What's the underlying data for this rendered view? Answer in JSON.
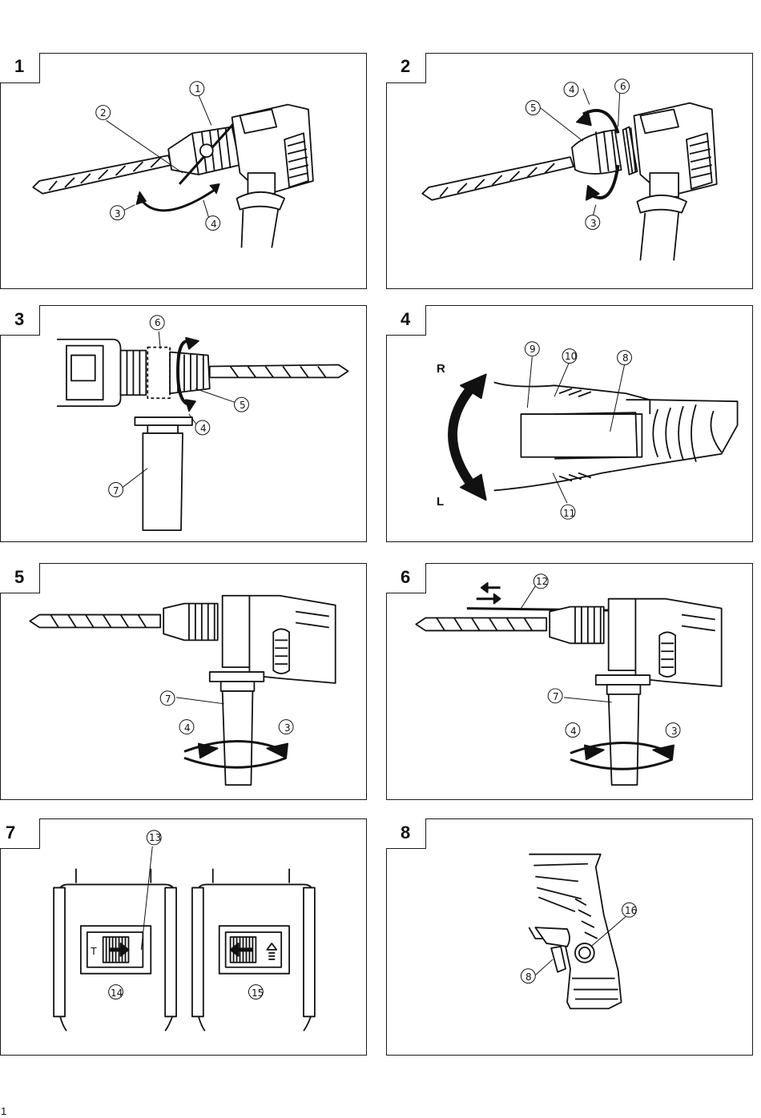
{
  "figures": [
    {
      "num": "1",
      "callouts": [
        "1",
        "2",
        "3",
        "4"
      ]
    },
    {
      "num": "2",
      "callouts": [
        "4",
        "6",
        "5",
        "3"
      ]
    },
    {
      "num": "3",
      "callouts": [
        "6",
        "5",
        "4",
        "7"
      ]
    },
    {
      "num": "4",
      "callouts": [
        "9",
        "10",
        "8",
        "11"
      ],
      "rotation_labels": {
        "right": "R",
        "left": "L"
      }
    },
    {
      "num": "5",
      "callouts": [
        "7",
        "4",
        "3"
      ]
    },
    {
      "num": "6",
      "callouts": [
        "12",
        "7",
        "4",
        "3"
      ]
    },
    {
      "num": "7",
      "callouts": [
        "13",
        "14",
        "15"
      ],
      "switch_mark": "T"
    },
    {
      "num": "8",
      "callouts": [
        "16",
        "8"
      ]
    }
  ],
  "page_number": "1"
}
